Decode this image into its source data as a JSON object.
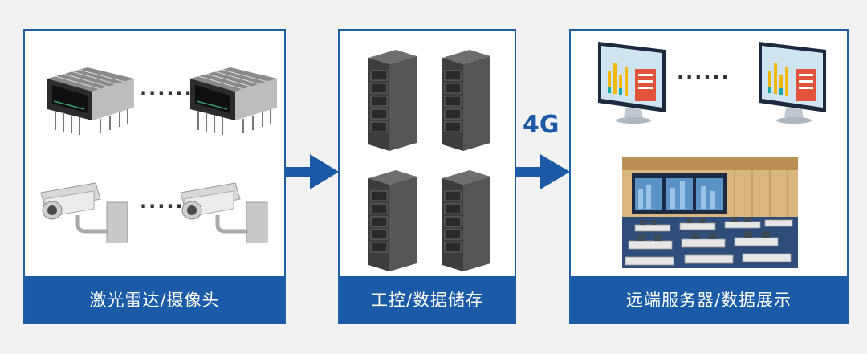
{
  "panels": {
    "sensors": {
      "label": "激光雷达/摄像头"
    },
    "storage": {
      "label": "工控/数据储存"
    },
    "display": {
      "label": "远端服务器/数据展示"
    }
  },
  "link": {
    "label": "4G"
  },
  "ellipsis": "······",
  "colors": {
    "accent": "#1a5aa6",
    "panel_border": "#1f5fa8"
  }
}
